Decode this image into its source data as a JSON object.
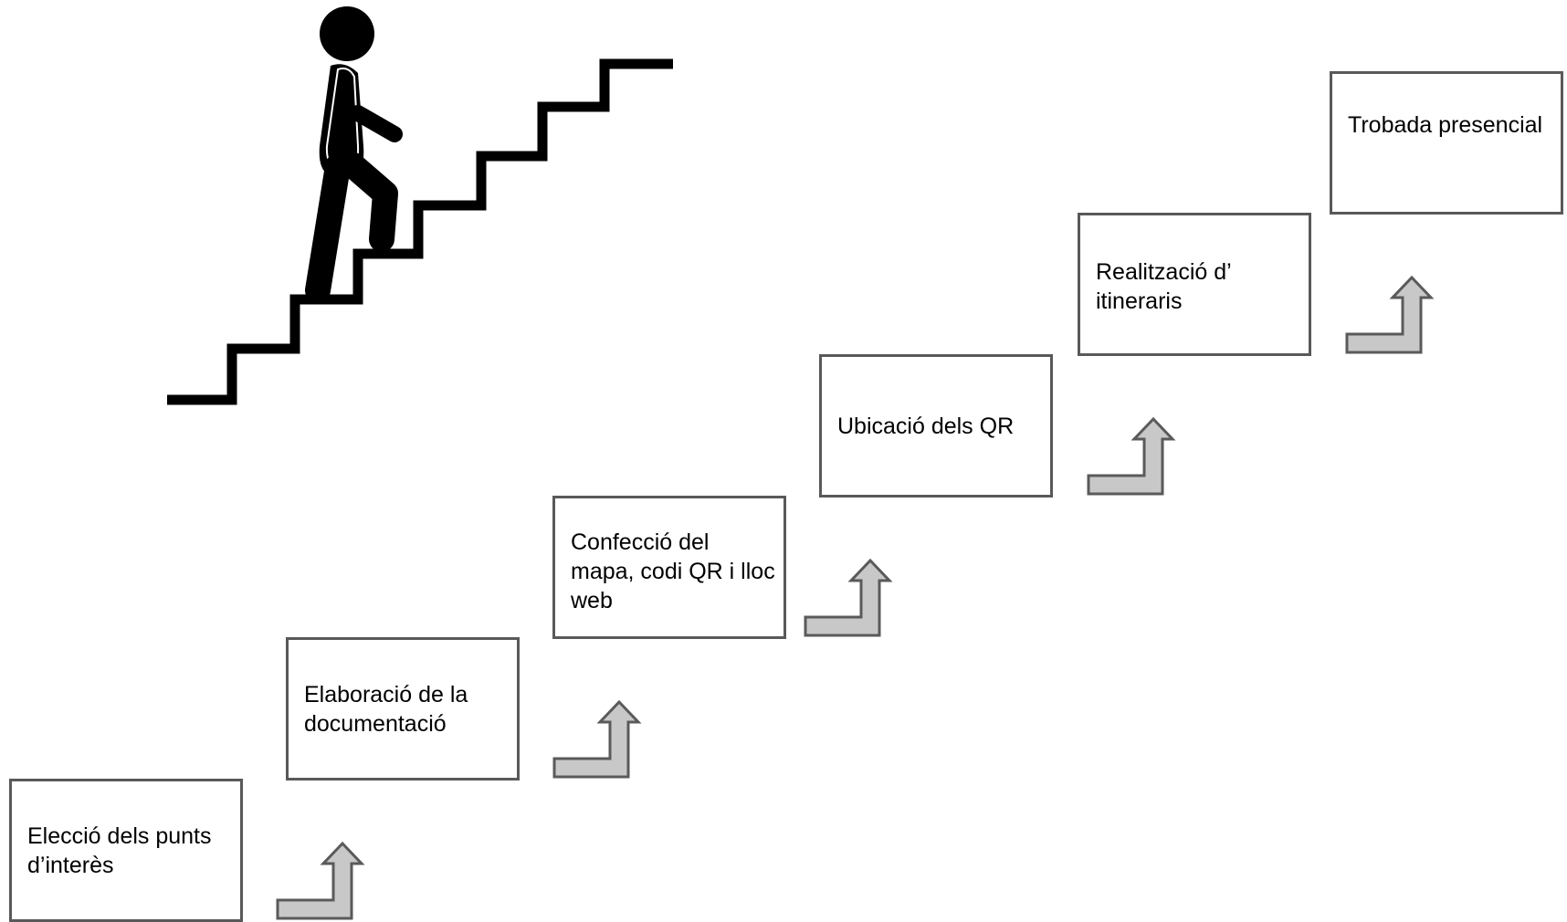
{
  "steps": [
    {
      "label": "Elecció dels punts d’interès"
    },
    {
      "label": "Elaboració de la documentació"
    },
    {
      "label": "Confecció del mapa, codi QR i lloc web"
    },
    {
      "label": "Ubicació dels QR"
    },
    {
      "label": "Realització d’ itineraris"
    },
    {
      "label": "Trobada presencial"
    }
  ],
  "colors": {
    "box_border": "#595959",
    "arrow_fill": "#c8c8c8",
    "arrow_stroke": "#5a5a5a",
    "figure": "#000000"
  },
  "icons": {
    "figure": "person-climbing-stairs-icon",
    "connector": "step-up-arrow-icon"
  }
}
